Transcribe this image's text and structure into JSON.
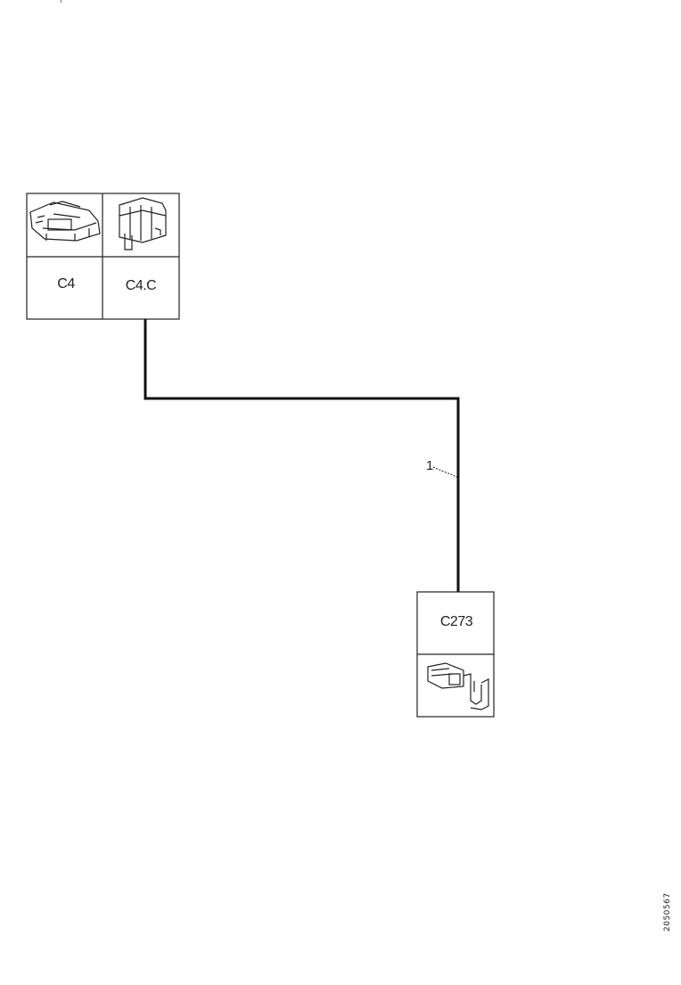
{
  "connectors": {
    "c4": {
      "label": "C4",
      "icon": "housing-connector-icon"
    },
    "c4c": {
      "label": "C4.C",
      "icon": "terminal-block-icon"
    },
    "c273": {
      "label": "C273",
      "icon": "plug-connector-icon"
    }
  },
  "wire": {
    "callout": "1"
  },
  "document_number": "2050567"
}
